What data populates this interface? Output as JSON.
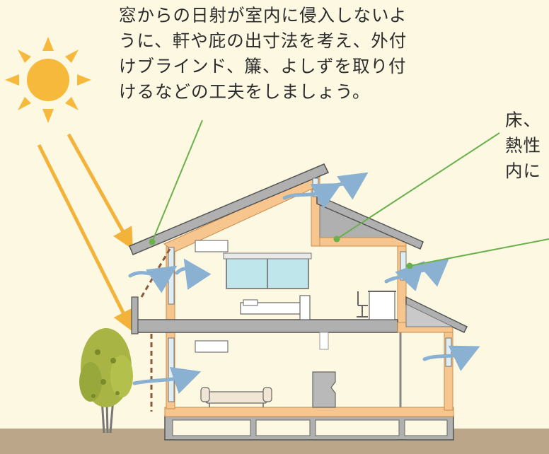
{
  "callouts": {
    "shading": {
      "lines": [
        "窓からの日射が室内に侵入しないよ",
        "うに、軒や庇の出寸法を考え、外付",
        "けブラインド、簾、よしずを取り付",
        "けるなどの工夫をしましょう。"
      ]
    },
    "insulation": {
      "lines": [
        "床、",
        "熱性",
        "内に"
      ]
    }
  },
  "icons": {
    "sun": "sun-icon",
    "tree": "tree-icon",
    "sofa": "sofa-icon",
    "bed": "bed-icon",
    "desk": "desk-icon",
    "chair": "chair-icon",
    "air_conditioner": "air-conditioner-icon"
  },
  "colors": {
    "background": "#fdf8e2",
    "sun": "#f6b93b",
    "sun_rays": "#f3b23a",
    "insulation": "#f7c58e",
    "structure": "#b0b0b0",
    "ground": "#bba689",
    "airflow": "#8ab1d2",
    "callout_line": "#6ab04c",
    "blind_line": "#8b5a3c"
  }
}
